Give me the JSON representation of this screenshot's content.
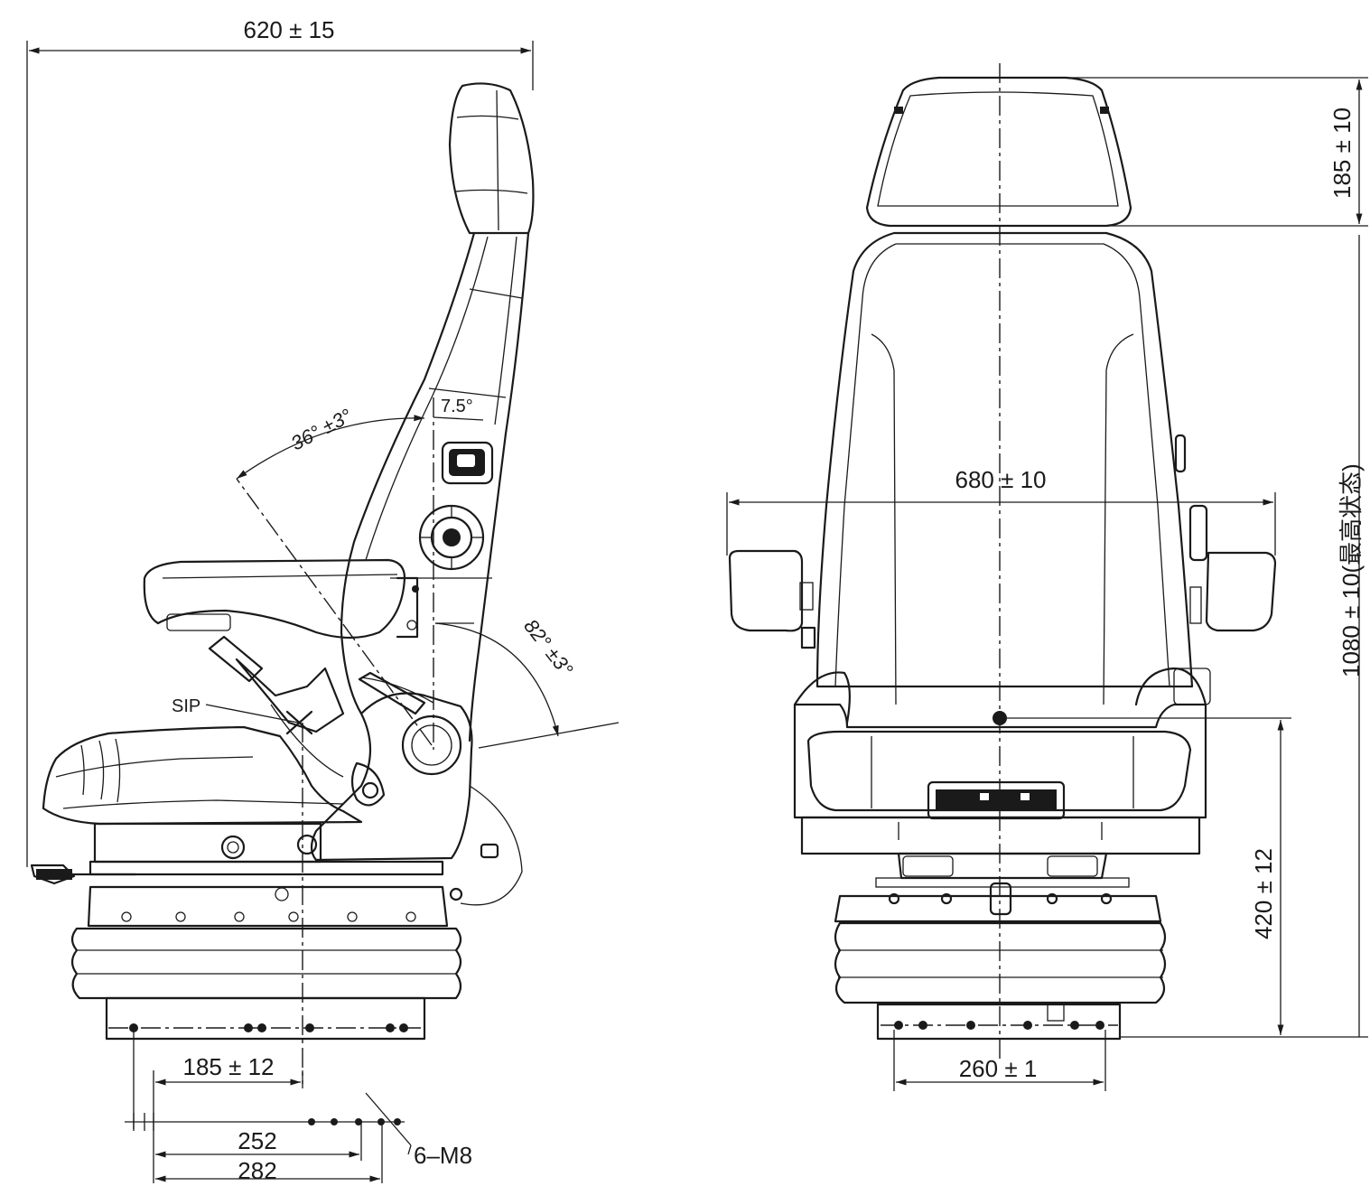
{
  "side_view": {
    "overall_length": "620 ± 15",
    "backrest_angle": "36° ±3°",
    "tilt_angle": "7.5°",
    "base_angle": "82° ±3°",
    "sip_label": "SIP",
    "mount_offset": "185 ± 12",
    "hole_spacing_inner": "252",
    "hole_spacing_outer": "282",
    "bolt_spec": "6–M8"
  },
  "front_view": {
    "headrest_height": "185 ± 10",
    "overall_width": "680 ± 10",
    "overall_height": "1080 ± 10(最高状态)",
    "sip_height": "420 ± 12",
    "mount_width": "260 ± 1"
  }
}
